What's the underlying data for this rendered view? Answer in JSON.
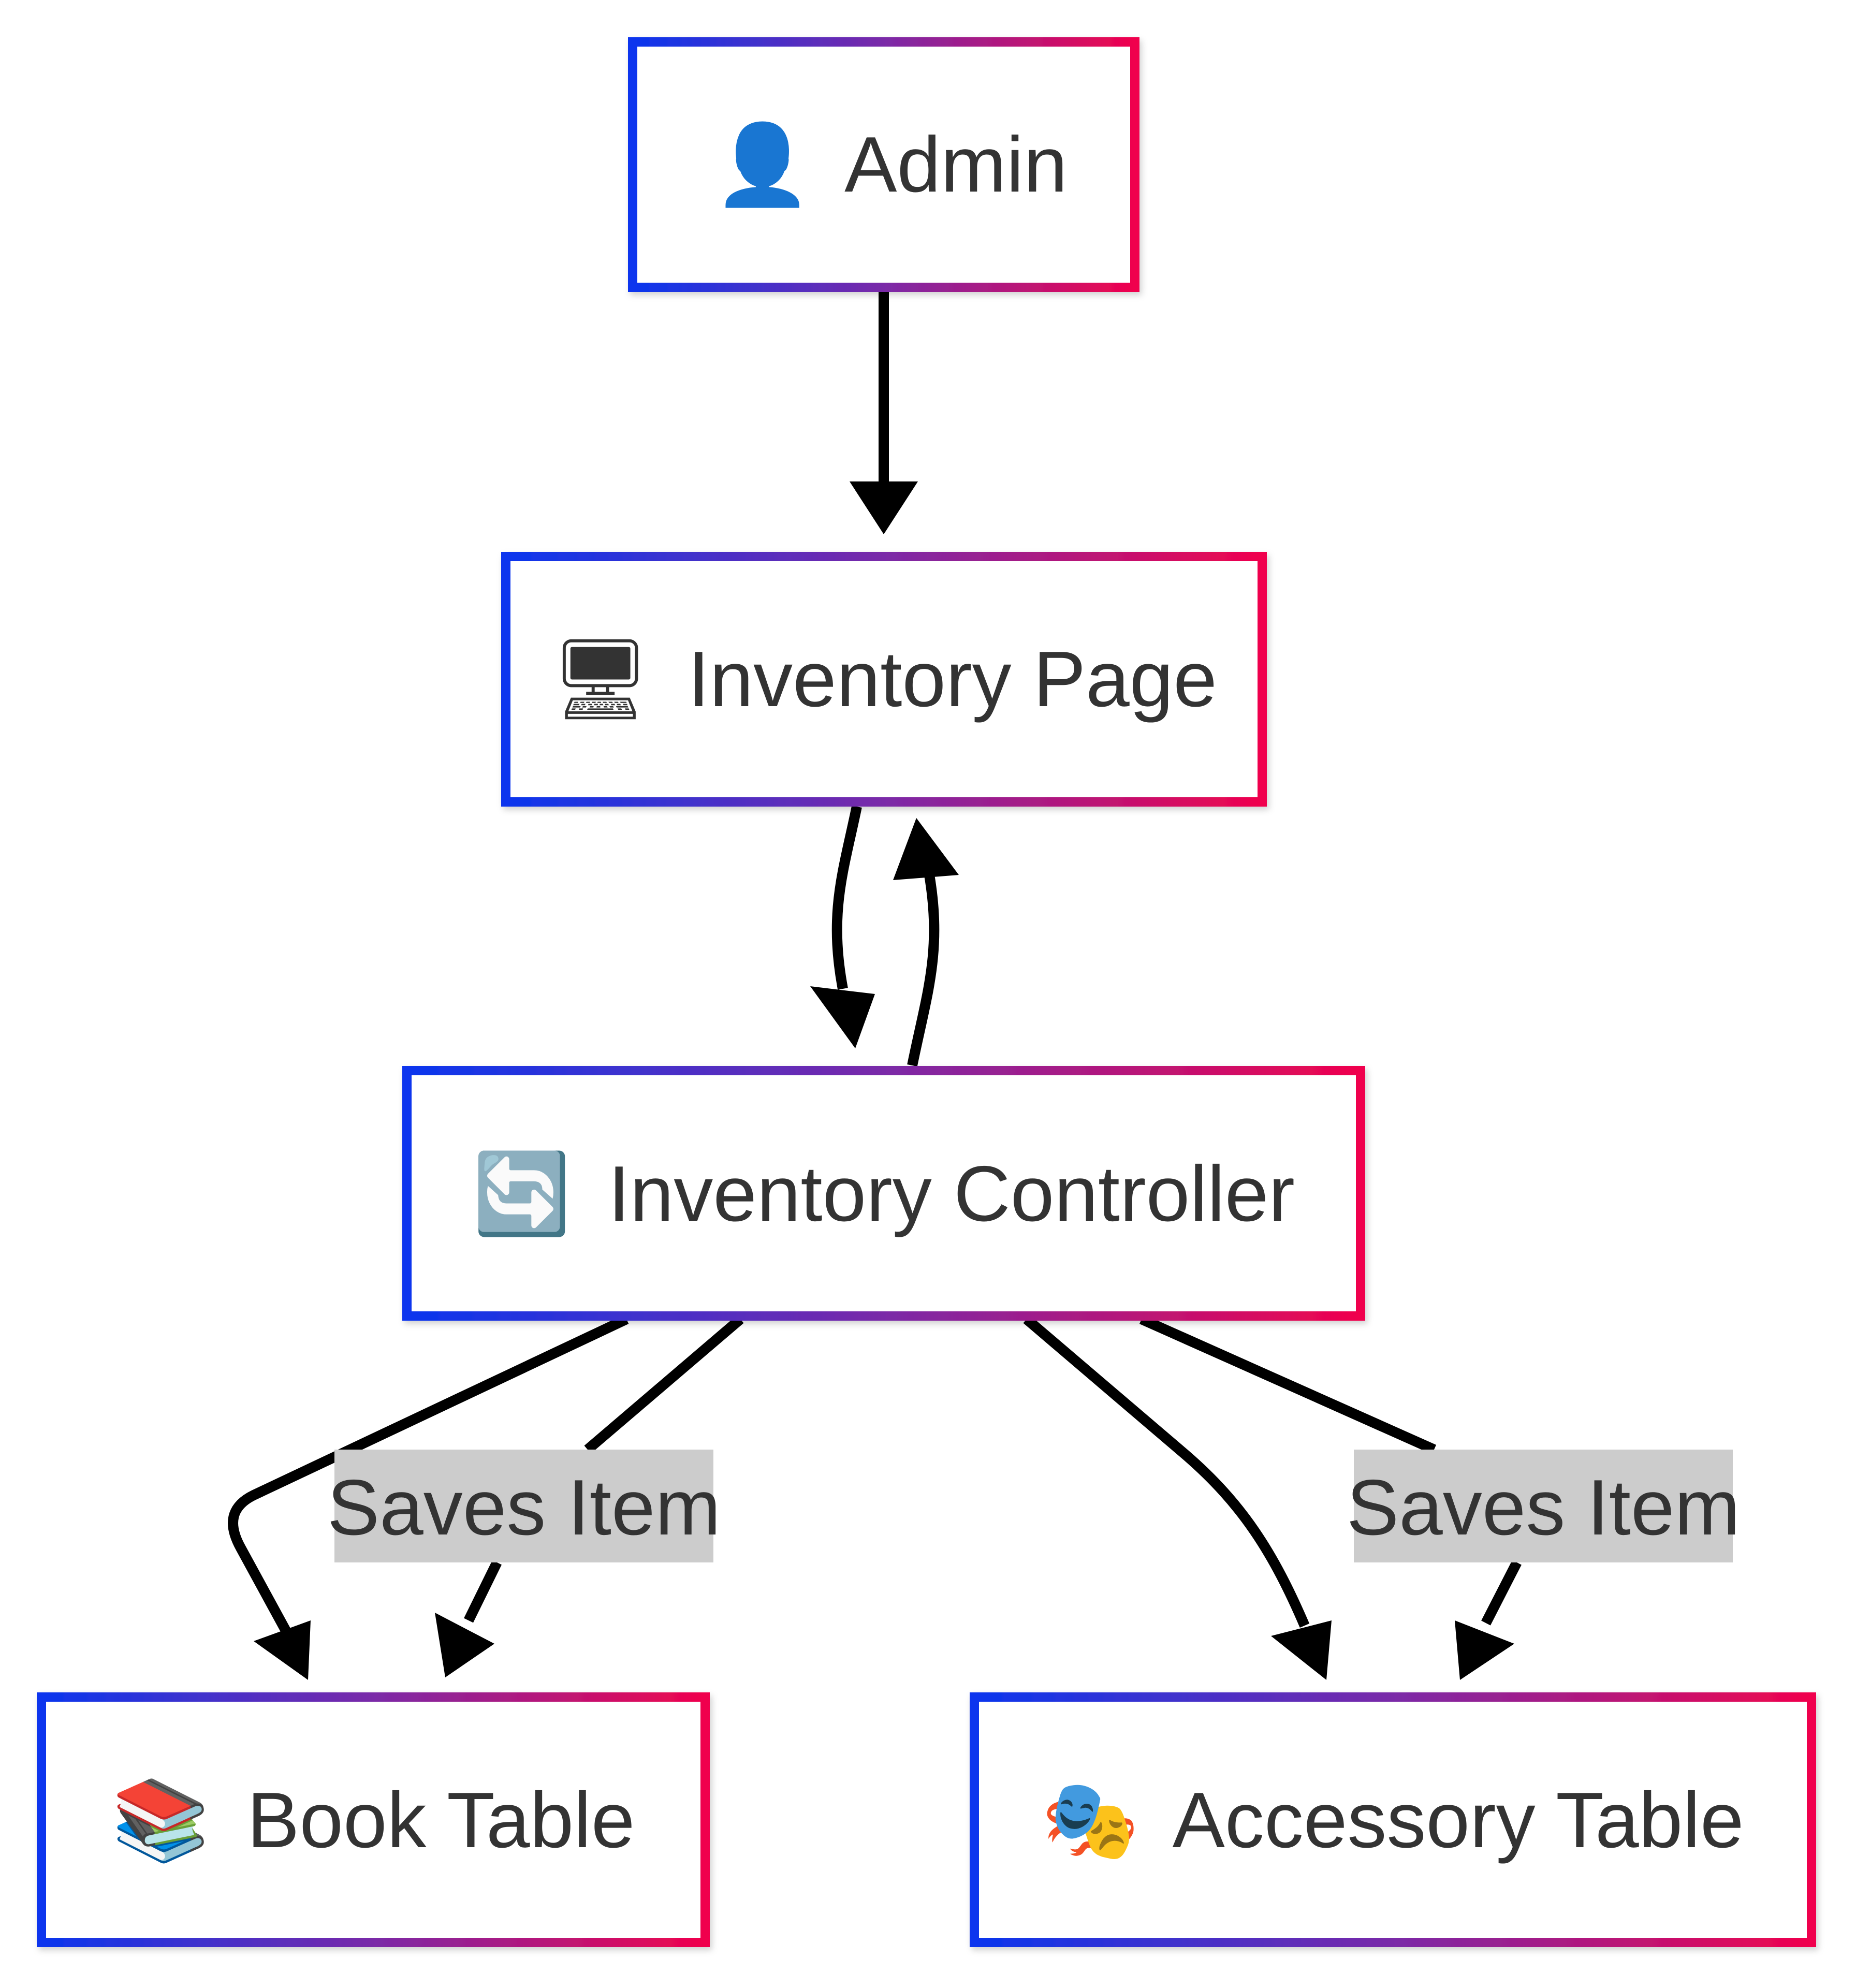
{
  "diagram": {
    "type": "flowchart",
    "colors": {
      "border_start": "#0a36ee",
      "border_end": "#f0034d",
      "edge": "#000000",
      "edge_label_bg": "#cccccc",
      "text": "#333333",
      "node_fill": "#ffffff"
    },
    "nodes": {
      "admin": {
        "icon": "👤",
        "icon_name": "admin-user-icon",
        "label": "Admin"
      },
      "inventory_page": {
        "icon": "🖥",
        "icon_name": "server-icon",
        "label": "Inventory Page"
      },
      "inventory_controller": {
        "icon": "🔄",
        "icon_name": "arrows-cycle-icon",
        "label": "Inventory Controller"
      },
      "book_table": {
        "icon": "📚",
        "icon_name": "books-icon",
        "label": "Book Table"
      },
      "accessory_table": {
        "icon": "🎭",
        "icon_name": "theater-masks-icon",
        "label": "Accessory Table"
      }
    },
    "edges": [
      {
        "from": "admin",
        "to": "inventory_page",
        "label": ""
      },
      {
        "from": "inventory_page",
        "to": "inventory_controller",
        "label": ""
      },
      {
        "from": "inventory_controller",
        "to": "inventory_page",
        "label": ""
      },
      {
        "from": "inventory_controller",
        "to": "book_table",
        "label": ""
      },
      {
        "from": "inventory_controller",
        "to": "book_table",
        "label": "Saves Item"
      },
      {
        "from": "inventory_controller",
        "to": "accessory_table",
        "label": ""
      },
      {
        "from": "inventory_controller",
        "to": "accessory_table",
        "label": "Saves Item"
      }
    ]
  }
}
